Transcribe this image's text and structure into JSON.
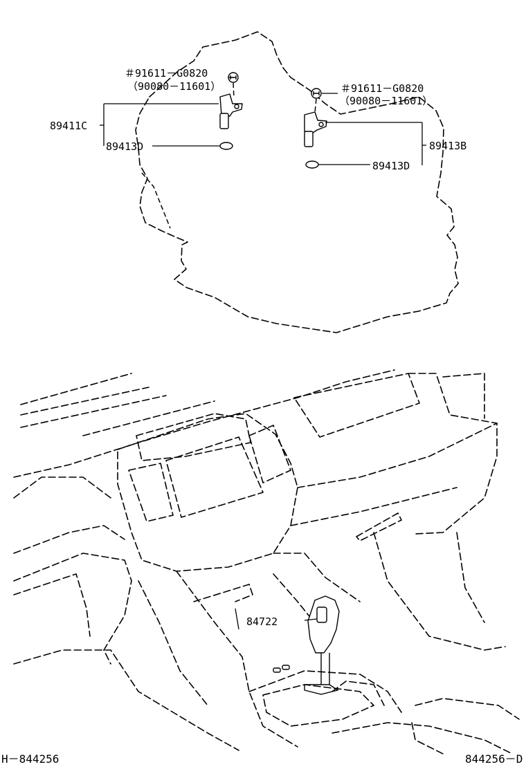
{
  "diagram": {
    "transmission_sensors": {
      "left_bolt_label": "＃91611－G0820",
      "left_bolt_alt": "（90080－11601）",
      "right_bolt_label": "＃91611－G0820",
      "right_bolt_alt": "（90080－11601）",
      "sensor_left": "89411C",
      "sensor_right": "89413B",
      "oring_left": "89413D",
      "oring_right": "89413D"
    },
    "shift_lever": {
      "part_label": "84722"
    }
  },
  "footer": {
    "left_code": "H－844256",
    "right_code": "844256－D"
  }
}
